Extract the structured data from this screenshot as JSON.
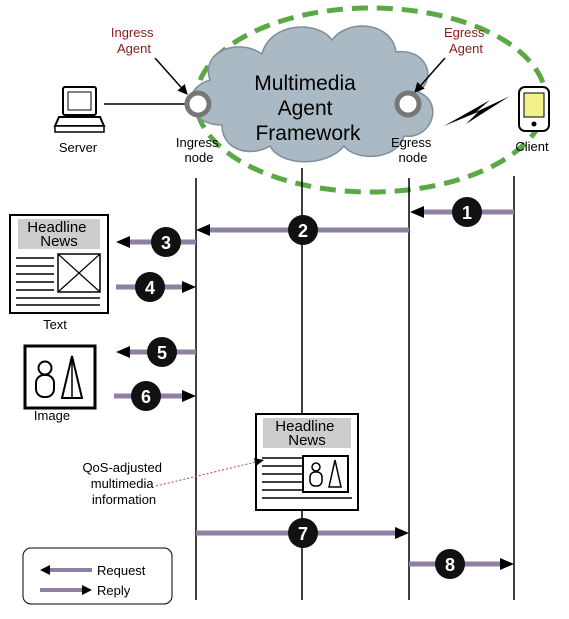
{
  "colors": {
    "agent_label": "#8b1a1a",
    "cloud_fill": "#aab9c4",
    "cloud_stroke": "#7e8f9a",
    "ellipse_dash": "#5aa846",
    "flow": "#8f7fa0",
    "badge": "#111111",
    "headline_bg": "#cccccc",
    "client_screen": "#f3f18a",
    "pointer": "#b23a8c"
  },
  "labels": {
    "ingress_agent": [
      "Ingress",
      "Agent"
    ],
    "egress_agent": [
      "Egress",
      "Agent"
    ],
    "framework": [
      "Multimedia",
      "Agent",
      "Framework"
    ],
    "server": "Server",
    "client": "Client",
    "ingress_node": [
      "Ingress",
      "node"
    ],
    "egress_node": [
      "Egress",
      "node"
    ],
    "headline": [
      "Headline",
      "News"
    ],
    "text": "Text",
    "image": "Image",
    "qos": [
      "QoS-adjusted",
      "multimedia",
      "information"
    ]
  },
  "steps": [
    "1",
    "2",
    "3",
    "4",
    "5",
    "6",
    "7",
    "8"
  ],
  "legend": {
    "request": "Request",
    "reply": "Reply"
  },
  "icons": [
    "server-icon",
    "client-device-icon",
    "wireless-link-icon",
    "document-icon",
    "image-icon",
    "tailored-document-icon"
  ]
}
